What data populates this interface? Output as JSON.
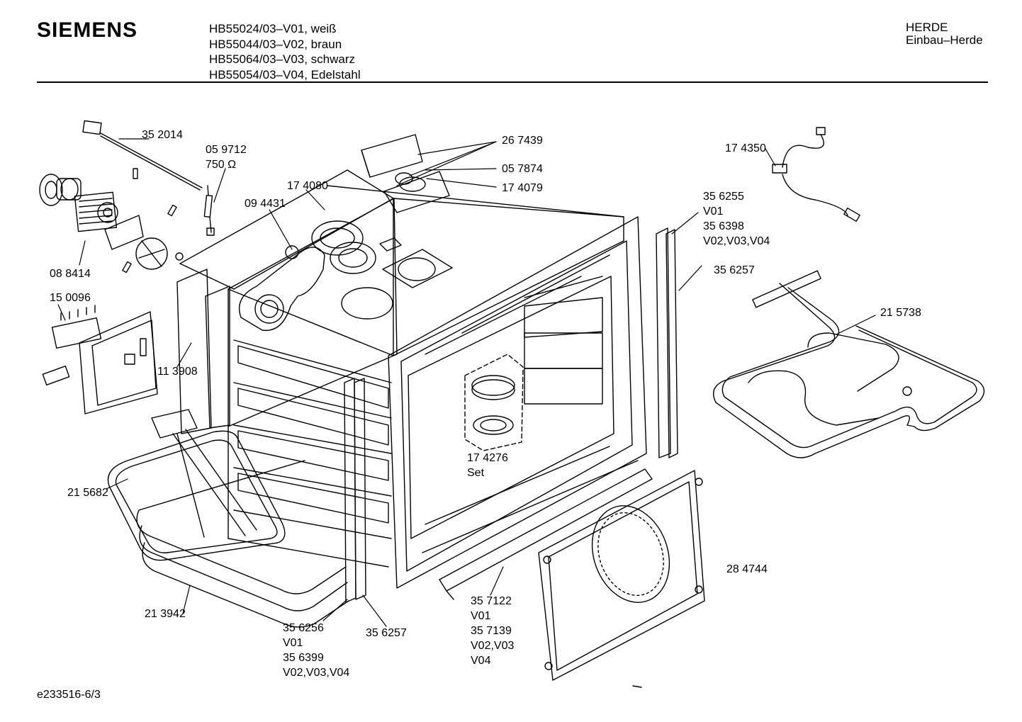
{
  "header": {
    "brand": "SIEMENS",
    "models": [
      "HB55024/03–V01, weiß",
      "HB55044/03–V02, braun",
      "HB55064/03–V03, schwarz",
      "HB55054/03–V04, Edelstahl"
    ],
    "category": "HERDE",
    "subcategory": "Einbau–Herde"
  },
  "parts": [
    {
      "lines": [
        "35 2014"
      ]
    },
    {
      "lines": [
        "05 9712",
        "750 Ω"
      ]
    },
    {
      "lines": [
        "17 4080"
      ]
    },
    {
      "lines": [
        "09 4431"
      ]
    },
    {
      "lines": [
        "26 7439"
      ]
    },
    {
      "lines": [
        "05 7874"
      ]
    },
    {
      "lines": [
        "17 4079"
      ]
    },
    {
      "lines": [
        "17 4350"
      ]
    },
    {
      "lines": [
        "35 6255",
        "V01",
        "35 6398",
        "V02,V03,V04"
      ]
    },
    {
      "lines": [
        "35 6257"
      ]
    },
    {
      "lines": [
        "21 5738"
      ]
    },
    {
      "lines": [
        "08 8414"
      ]
    },
    {
      "lines": [
        "15 0096"
      ]
    },
    {
      "lines": [
        "11 3908"
      ]
    },
    {
      "lines": [
        "17 4276",
        "Set"
      ]
    },
    {
      "lines": [
        "21 5682"
      ]
    },
    {
      "lines": [
        "28 4744"
      ]
    },
    {
      "lines": [
        "21 3942"
      ]
    },
    {
      "lines": [
        "35 6256",
        "V01",
        "35 6399",
        "V02,V03,V04"
      ]
    },
    {
      "lines": [
        "35 6257"
      ]
    },
    {
      "lines": [
        "35 7122",
        "V01",
        "35 7139",
        "V02,V03",
        "V04"
      ]
    }
  ],
  "footer": {
    "drawing_id": "e233516-6/3"
  }
}
